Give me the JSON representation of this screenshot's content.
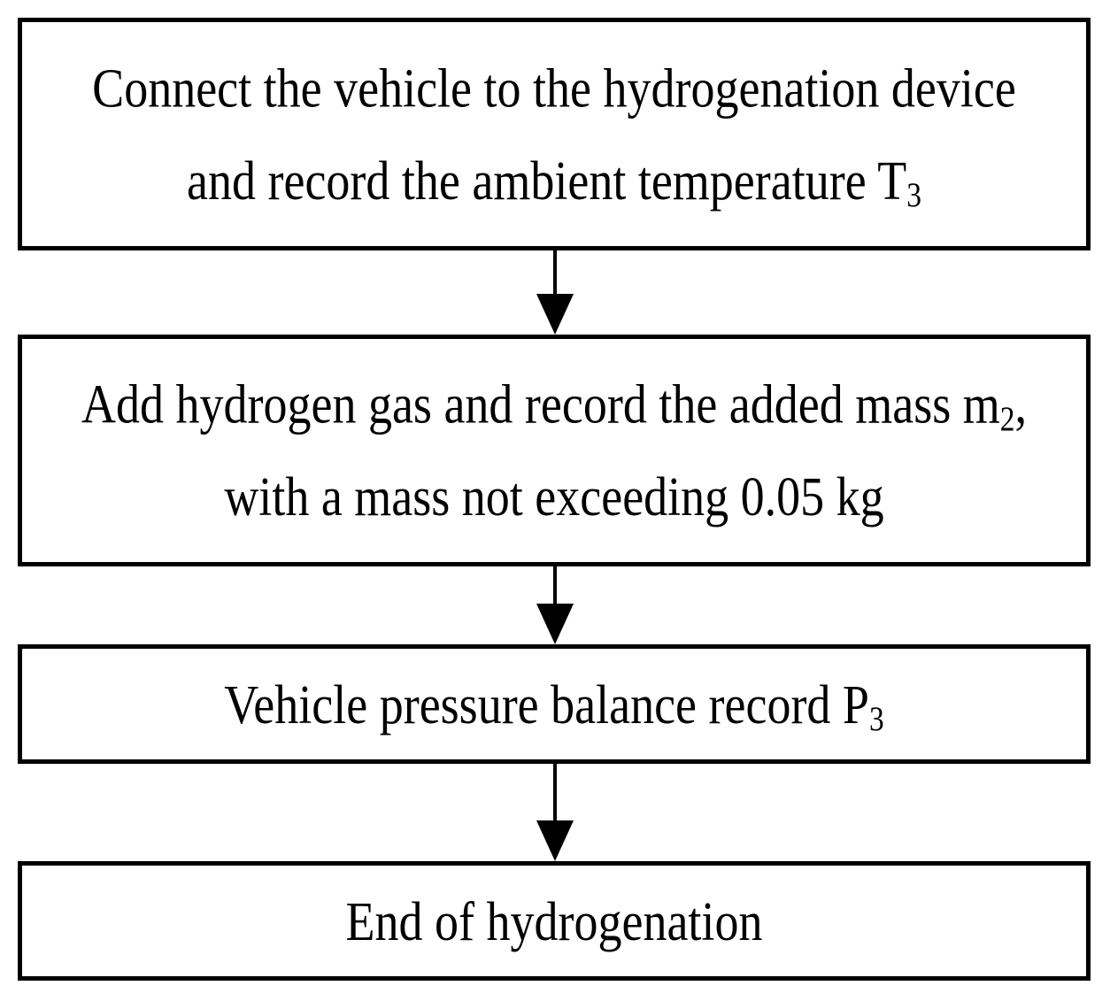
{
  "diagram": {
    "type": "flowchart",
    "colors": {
      "background": "#ffffff",
      "box_border": "#000000",
      "text": "#000000",
      "arrow": "#000000"
    },
    "steps": [
      {
        "name": "connect-vehicle",
        "lines": [
          {
            "pre": "Connect the vehicle to the hydrogenation device",
            "sub": "",
            "post": ""
          },
          {
            "pre": "and record the ambient temperature T",
            "sub": "3",
            "post": ""
          }
        ]
      },
      {
        "name": "add-hydrogen",
        "lines": [
          {
            "pre": "Add hydrogen gas and record the added mass m",
            "sub": "2",
            "post": ","
          },
          {
            "pre": "with a mass not exceeding 0.05 kg",
            "sub": "",
            "post": ""
          }
        ]
      },
      {
        "name": "pressure-balance",
        "lines": [
          {
            "pre": "Vehicle pressure balance record P",
            "sub": "3",
            "post": ""
          }
        ]
      },
      {
        "name": "end-of-hydrogenation",
        "lines": [
          {
            "pre": "End of hydrogenation",
            "sub": "",
            "post": ""
          }
        ]
      }
    ]
  }
}
